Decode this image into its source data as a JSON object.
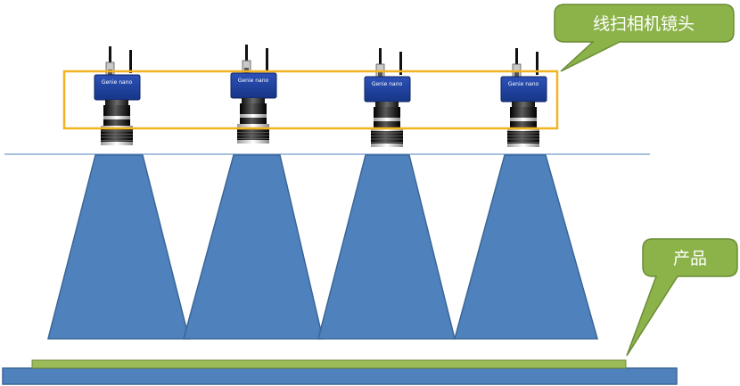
{
  "cameras": [
    {
      "label": "Genie nano"
    },
    {
      "label": "Genie nano"
    },
    {
      "label": "Genie nano"
    },
    {
      "label": "Genie nano"
    }
  ],
  "callouts": {
    "camera_lens": "线扫相机镜头",
    "product": "产品"
  },
  "colors": {
    "cone_fill": "#4f81bd",
    "cone_stroke": "#3a6696",
    "camera_body": "#1f3f9a",
    "callout_fill": "#8cb34a",
    "callout_stroke": "#6a8c35",
    "highlight_box": "#f2b320",
    "product_strip": "#9bbb59",
    "base_fill": "#4f81bd",
    "scan_line": "#4f81bd"
  }
}
